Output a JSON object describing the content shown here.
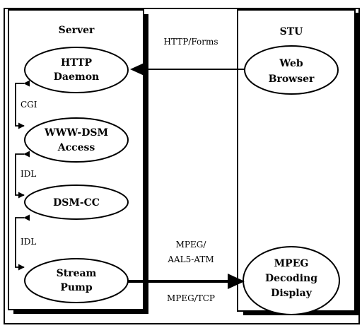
{
  "server": {
    "title": "Server",
    "nodes": {
      "http": [
        "HTTP",
        "Daemon"
      ],
      "dsm_access": [
        "WWW-DSM",
        "Access"
      ],
      "dsm_cc": "DSM-CC",
      "stream_pump": [
        "Stream",
        "Pump"
      ]
    },
    "links": {
      "cgi": "CGI",
      "idl_1": "IDL",
      "idl_2": "IDL"
    }
  },
  "stu": {
    "title": "STU",
    "nodes": {
      "browser": [
        "Web",
        "Browser"
      ],
      "mpeg": [
        "MPEG",
        "Decoding",
        "Display"
      ]
    }
  },
  "channels": {
    "http_forms": "HTTP/Forms",
    "mpeg_atm": [
      "MPEG/",
      "AAL5-ATM"
    ],
    "mpeg_tcp": "MPEG/TCP"
  }
}
